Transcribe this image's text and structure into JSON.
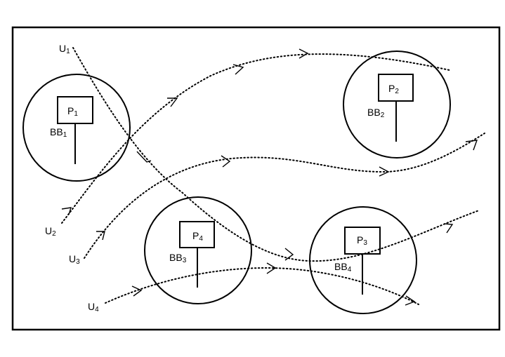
{
  "users": [
    {
      "id": "u1",
      "name": "U",
      "sub": "1"
    },
    {
      "id": "u2",
      "name": "U",
      "sub": "2"
    },
    {
      "id": "u3",
      "name": "U",
      "sub": "3"
    },
    {
      "id": "u4",
      "name": "U",
      "sub": "4"
    }
  ],
  "billboards": [
    {
      "id": "b1",
      "poster": "P",
      "poster_sub": "1",
      "label": "BB",
      "label_sub": "1"
    },
    {
      "id": "b2",
      "poster": "P",
      "poster_sub": "2",
      "label": "BB",
      "label_sub": "2"
    },
    {
      "id": "b3",
      "poster": "P",
      "poster_sub": "4",
      "label": "BB",
      "label_sub": "3"
    },
    {
      "id": "b4",
      "poster": "P",
      "poster_sub": "3",
      "label": "BB",
      "label_sub": "4"
    }
  ]
}
